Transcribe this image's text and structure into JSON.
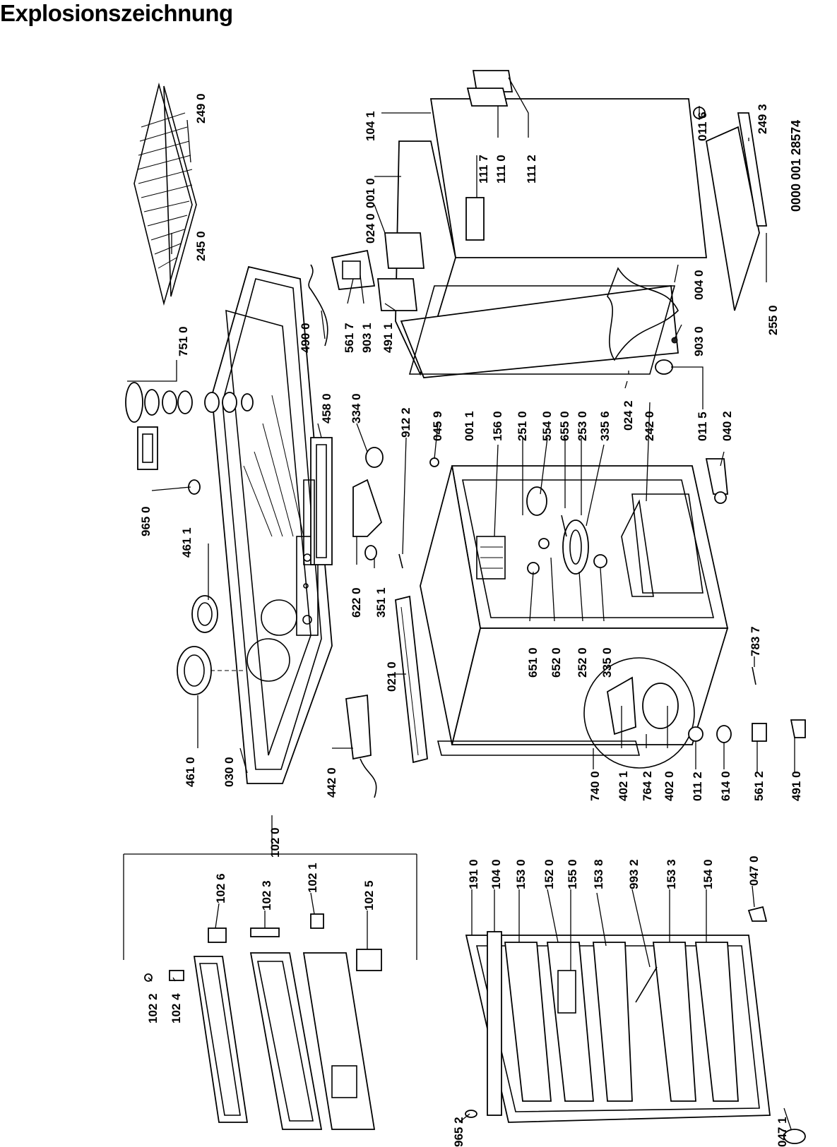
{
  "title": "Explosionszeichnung",
  "document_id": "0000 001 28574",
  "labels": [
    "249 0",
    "245 0",
    "751 0",
    "965 0",
    "461 1",
    "461 0",
    "030 0",
    "102 0",
    "442 0",
    "021 0",
    "351 1",
    "622 0",
    "334 0",
    "458 0",
    "912 2",
    "490 0",
    "561 7",
    "903 1",
    "491 1",
    "024 0",
    "001 0",
    "104 1",
    "111 7",
    "111 0",
    "111 2",
    "011 6",
    "249 3",
    "255 0",
    "004 0",
    "903 0",
    "024 2",
    "001 1",
    "045 9",
    "156 0",
    "251 0",
    "554 0",
    "655 0",
    "253 0",
    "335 6",
    "242 0",
    "011 5",
    "040 2",
    "651 0",
    "652 0",
    "252 0",
    "335 0",
    "783 7",
    "740 0",
    "402 1",
    "764 2",
    "402 0",
    "011 2",
    "614 0",
    "561 2",
    "491 0",
    "102 2",
    "102 4",
    "102 6",
    "102 3",
    "102 1",
    "102 5",
    "191 0",
    "104 0",
    "153 0",
    "152 0",
    "155 0",
    "153 8",
    "993 2",
    "153 3",
    "154 0",
    "047 0",
    "047 1",
    "965 2"
  ]
}
